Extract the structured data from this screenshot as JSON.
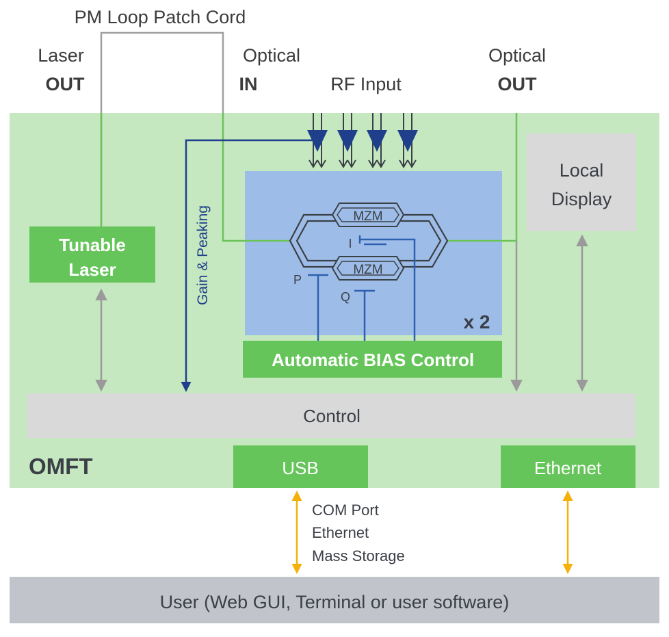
{
  "top_labels": {
    "patch_cord": "PM Loop Patch Cord",
    "laser_out_line1": "Laser",
    "laser_out_line2": "OUT",
    "optical_in_line1": "Optical",
    "optical_in_line2": "IN",
    "rf_input": "RF Input",
    "optical_out_line1": "Optical",
    "optical_out_line2": "OUT"
  },
  "blocks": {
    "tunable_laser_line1": "Tunable",
    "tunable_laser_line2": "Laser",
    "local_display_line1": "Local",
    "local_display_line2": "Display",
    "mzm_top": "MZM",
    "mzm_bottom": "MZM",
    "bias_control": "Automatic BIAS Control",
    "multiplier": "x 2",
    "control": "Control",
    "usb": "USB",
    "ethernet": "Ethernet",
    "omft": "OMFT",
    "user": "User (Web GUI, Terminal or user software)"
  },
  "signals": {
    "gain_peaking": "Gain & Peaking",
    "bias_i": "I",
    "bias_p": "P",
    "bias_q": "Q"
  },
  "usb_link_notes": [
    "COM Port",
    "Ethernet",
    "Mass Storage"
  ],
  "colors": {
    "omft_background": "#c5e8c0",
    "green_block": "#66c55a",
    "modulator_blue": "#9dbde8",
    "grey_block": "#d9d9d9",
    "user_bar": "#c1c4ca",
    "navy": "#1f3f8a",
    "bias_line": "#2e5fb0",
    "optical_line": "#6cc35a",
    "arrow_grey": "#9a9a9a",
    "usb_arrow": "#f3b10a"
  }
}
